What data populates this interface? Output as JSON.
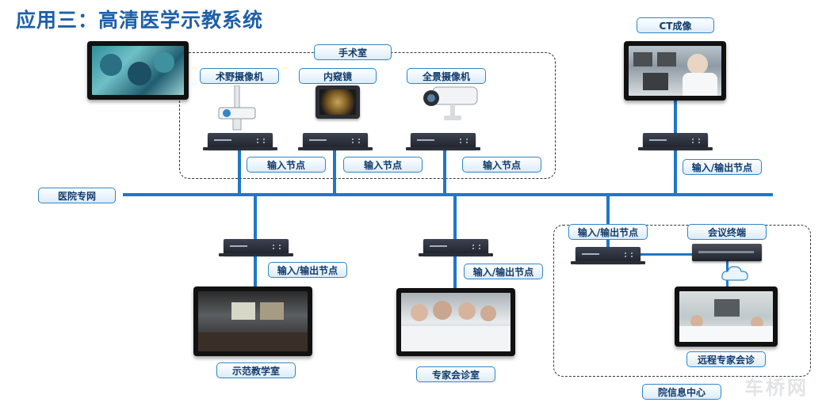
{
  "title": "应用三：高清医学示教系统",
  "regions": {
    "operating_room": "手术室",
    "info_center": "院信息中心"
  },
  "network": {
    "label": "医院专网"
  },
  "devices": {
    "field_camera": "术野摄像机",
    "endoscope": "内窥镜",
    "panoramic_camera": "全景摄像机",
    "ct_imaging": "CT成像",
    "conference_terminal": "会议终端"
  },
  "nodes": {
    "input_1": "输入节点",
    "input_2": "输入节点",
    "input_3": "输入节点",
    "io_ct": "输入/输出节点",
    "io_classroom": "输入/输出节点",
    "io_consult": "输入/输出节点",
    "io_remote": "输入/输出节点"
  },
  "rooms": {
    "classroom": "示范教学室",
    "consultation": "专家会诊室",
    "remote_consultation": "远程专家会诊"
  },
  "colors": {
    "title": "#1f5fa8",
    "bus": "#1f77c9",
    "label_border": "#2f86c8"
  },
  "watermark": "车桥网"
}
